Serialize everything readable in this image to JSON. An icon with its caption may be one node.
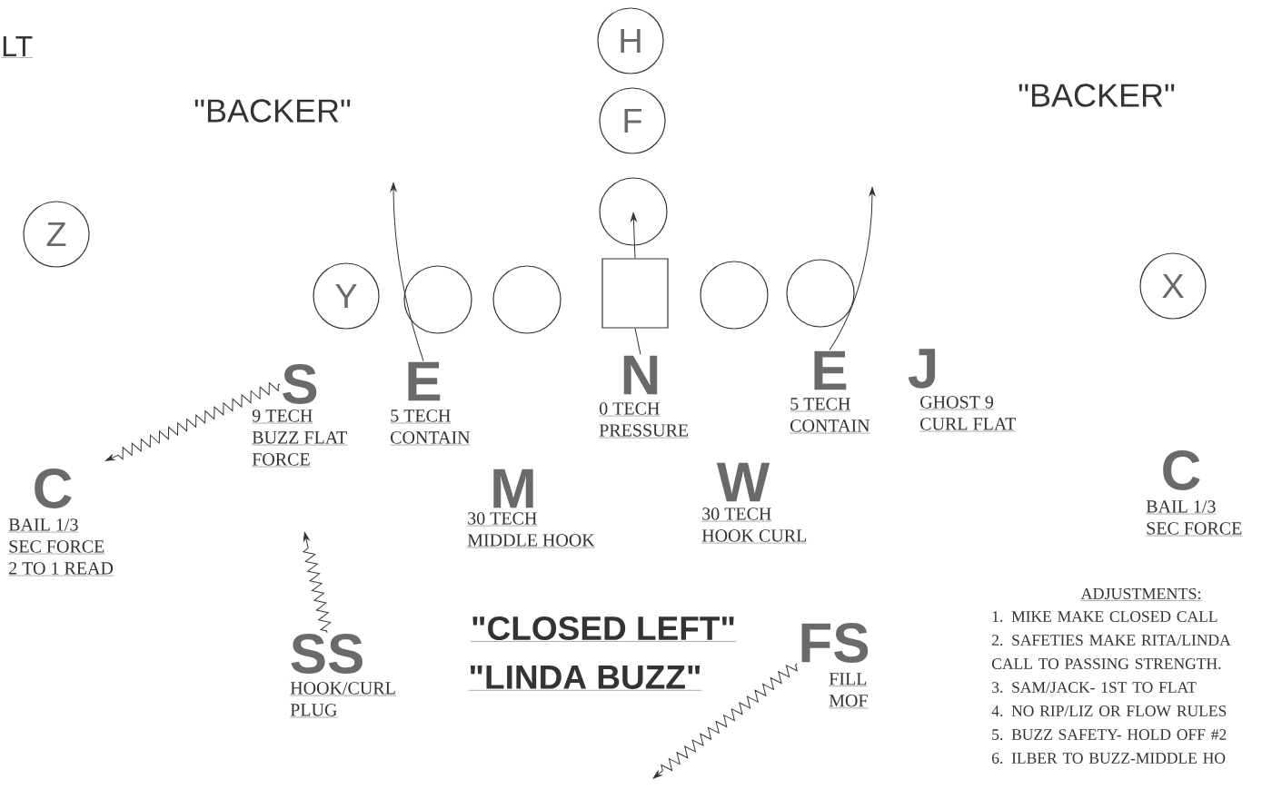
{
  "diagram": {
    "nodes": [
      {
        "text": [
          "H"
        ]
      },
      {
        "text": [
          "F"
        ]
      },
      {
        "text": [],
        "shape": "circle"
      },
      {
        "text": [
          "Z"
        ]
      },
      {
        "text": [
          "X"
        ]
      },
      {
        "text": [
          "Y"
        ]
      },
      {
        "text": [],
        "shape": "circle"
      },
      {
        "text": [],
        "shape": "circle"
      },
      {
        "text": [],
        "shape": "box"
      },
      {
        "text": [],
        "shape": "circle"
      },
      {
        "text": [],
        "shape": "circle"
      },
      {
        "text": [
          "S"
        ],
        "beside": [
          "9 TECH",
          "BUZZ FLAT",
          "FORCE"
        ]
      },
      {
        "text": [
          "E"
        ],
        "beside": [
          "5 TECH",
          "CONTAIN"
        ]
      },
      {
        "text": [
          "N"
        ],
        "beside": [
          "0 TECH",
          "PRESSURE"
        ]
      },
      {
        "text": [
          "E"
        ],
        "beside": [
          "5 TECH",
          "CONTAIN"
        ]
      },
      {
        "text": [
          "J"
        ],
        "beside": [
          "GHOST 9",
          "CURL FLAT"
        ]
      },
      {
        "text": [
          "C"
        ],
        "beside": [
          "BAIL 1/3",
          "SEC FORCE",
          "2 TO 1 READ"
        ]
      },
      {
        "text": [
          "M"
        ],
        "beside": [
          "30 TECH",
          "MIDDLE HOOK"
        ]
      },
      {
        "text": [
          "W"
        ],
        "beside": [
          "30 TECH",
          "HOOK CURL"
        ]
      },
      {
        "text": [
          "C"
        ],
        "beside": [
          "BAIL 1/3",
          "SEC FORCE"
        ]
      },
      {
        "text": [
          "SS"
        ],
        "beside": [
          "HOOK/CURL",
          "PLUG"
        ]
      },
      {
        "text": [
          "FS"
        ],
        "beside": [
          "FILL",
          "MOF"
        ]
      }
    ],
    "edges": [
      {
        "from": 12,
        "to": null,
        "arrow": "to"
      },
      {
        "from": 13,
        "to": 8,
        "arrow": "none"
      },
      {
        "from": 8,
        "to": 2,
        "arrow": "to"
      },
      {
        "from": 14,
        "to": null,
        "arrow": "to"
      },
      {
        "from": 11,
        "to": null,
        "arrow": "to"
      },
      {
        "from": 20,
        "to": null,
        "arrow": "to"
      },
      {
        "from": 21,
        "to": null,
        "arrow": "to"
      }
    ],
    "labels": [
      "LT",
      "\"BACKER\"",
      "\"BACKER\"",
      "\"CLOSED LEFT\"",
      "\"LINDA BUZZ\"",
      "ADJUSTMENTS:",
      "1. MIKE MAKE CLOSED CALL",
      "2. SAFETIES MAKE RITA/LINDA CALL TO PASSING STRENGTH.",
      "3. SAM/JACK- 1ST TO FLAT",
      "4. NO RIP/LIZ OR FLOW RULES",
      "5. BUZZ SAFETY- HOLD OFF #2",
      "6. ILBER TO BUZZ-MIDDLE HO"
    ]
  }
}
